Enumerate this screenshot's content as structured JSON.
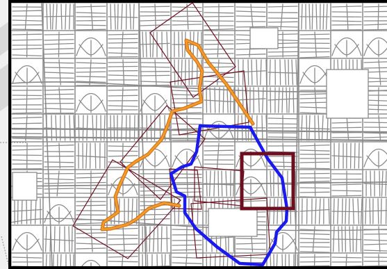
{
  "map": {
    "colors": {
      "background": "#ffffff",
      "frame": "#000000",
      "streets": "#8a8a8a",
      "route": "#f39a2a",
      "route_casing": "#c96b12",
      "boundary": "#1a1aee",
      "footprints": "#6e0f1f",
      "selected_box": "#6e0f1f",
      "outside_overlay": "#d8d8d8"
    },
    "icons": [
      "route-path",
      "boundary-polygon",
      "footprint-rectangle"
    ]
  }
}
